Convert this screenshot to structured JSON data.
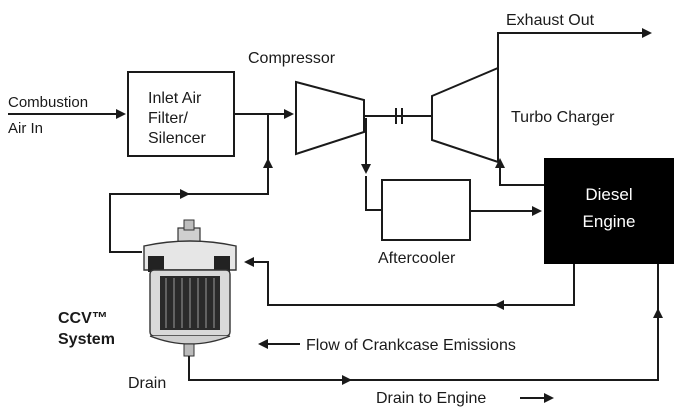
{
  "labels": {
    "combustion_line1": "Combustion",
    "combustion_line2": "Air In",
    "inlet_line1": "Inlet Air",
    "inlet_line2": "Filter/",
    "inlet_line3": "Silencer",
    "compressor": "Compressor",
    "exhaust_out": "Exhaust Out",
    "turbo_charger": "Turbo Charger",
    "engine_line1": "Diesel",
    "engine_line2": "Engine",
    "aftercooler": "Aftercooler",
    "ccv_line1": "CCV™",
    "ccv_line2": "System",
    "flow_crankcase": "Flow of Crankcase Emissions",
    "drain": "Drain",
    "drain_to_engine": "Drain to Engine"
  },
  "colors": {
    "line": "#1a1a1a",
    "engine_fill": "#000000",
    "engine_text": "#ffffff",
    "device_body": "#d9d9d9"
  }
}
